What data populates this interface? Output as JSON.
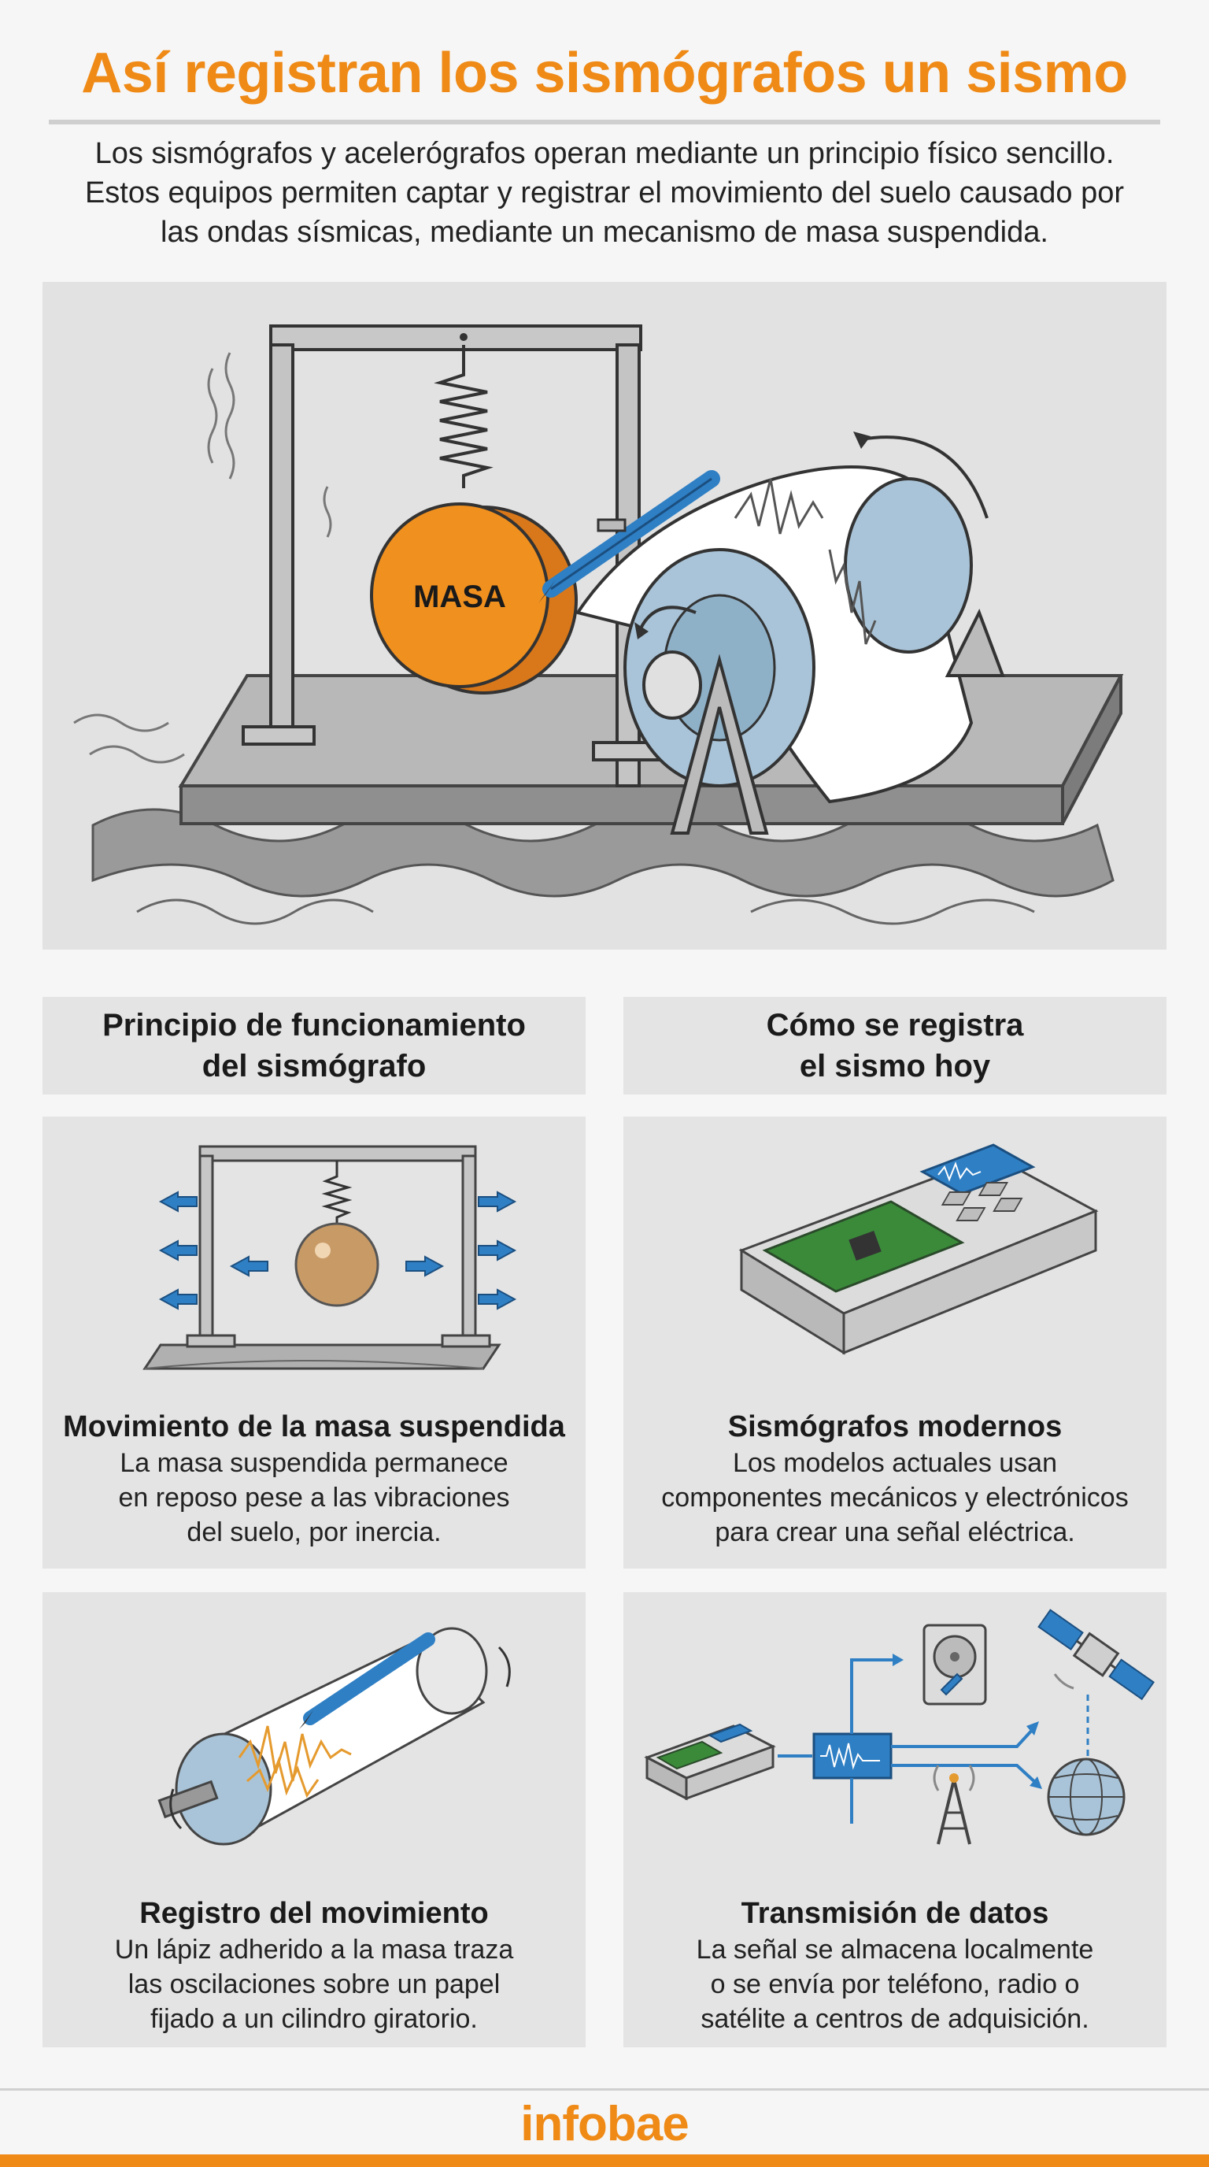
{
  "header": {
    "title": "Así registran los sismógrafos un sismo",
    "intro_lines": [
      "Los sismógrafos y acelerógrafos operan mediante un principio físico sencillo.",
      "Estos equipos permiten captar y registrar el movimiento del suelo causado por",
      "las ondas sísmicas, mediante un mecanismo de masa suspendida."
    ]
  },
  "hero": {
    "mass_label": "MASA"
  },
  "columns": {
    "left": {
      "heading_lines": [
        "Principio de funcionamiento",
        "del sismógrafo"
      ]
    },
    "right": {
      "heading_lines": [
        "Cómo se registra",
        "el sismo hoy"
      ]
    }
  },
  "cards": {
    "mass": {
      "title": "Movimiento de la masa suspendida",
      "body_lines": [
        "La masa suspendida permanece",
        "en reposo pese a las vibraciones",
        "del suelo, por inercia."
      ]
    },
    "modern": {
      "title": "Sismógrafos modernos",
      "body_lines": [
        "Los modelos actuales usan",
        "componentes mecánicos y electrónicos",
        "para crear una señal eléctrica."
      ]
    },
    "record": {
      "title": "Registro del movimiento",
      "body_lines": [
        "Un lápiz adherido a la masa traza",
        "las oscilaciones sobre un papel",
        "fijado a un cilindro giratorio."
      ]
    },
    "transmission": {
      "title": "Transmisión de datos",
      "body_lines": [
        "La señal se almacena localmente",
        "o se envía por teléfono, radio o",
        "satélite a centros de adquisición."
      ]
    }
  },
  "footer": {
    "logo": "infobae"
  },
  "colors": {
    "accent": "#ef8a17",
    "blue": "#2f7fc4",
    "steel_blue": "#a9c4d8",
    "gray_panel": "#e3e3e3"
  }
}
